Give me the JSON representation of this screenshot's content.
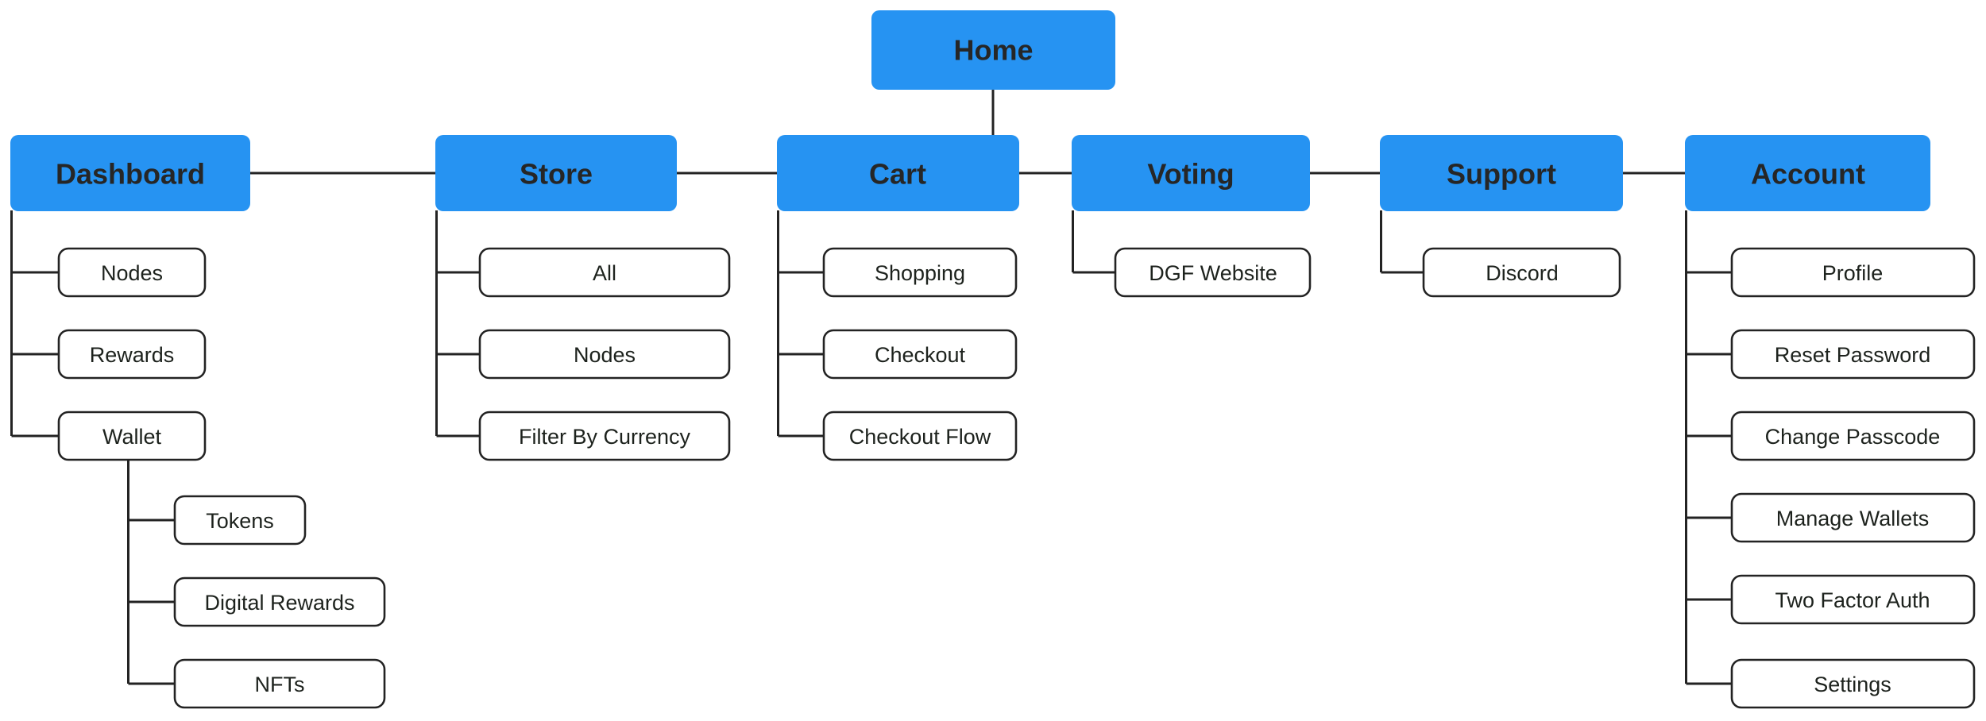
{
  "diagram": {
    "type": "sitemap-tree",
    "orientation": "top-down-left-aligned",
    "background_color": "#ffffff",
    "parent_node_color": "#2693f2",
    "parent_label_color": "#262626",
    "leaf_node_fill": "#ffffff",
    "leaf_node_border_color": "#232323",
    "leaf_label_color": "#1d221d",
    "connector_color": "#232323"
  },
  "root": {
    "label": "Home"
  },
  "sections": [
    {
      "label": "Dashboard",
      "children": [
        {
          "label": "Nodes",
          "children": []
        },
        {
          "label": "Rewards",
          "children": []
        },
        {
          "label": "Wallet",
          "children": [
            {
              "label": "Tokens"
            },
            {
              "label": "Digital Rewards"
            },
            {
              "label": "NFTs"
            }
          ]
        }
      ]
    },
    {
      "label": "Store",
      "children": [
        {
          "label": "All",
          "children": []
        },
        {
          "label": "Nodes",
          "children": []
        },
        {
          "label": "Filter By Currency",
          "children": []
        }
      ]
    },
    {
      "label": "Cart",
      "children": [
        {
          "label": "Shopping",
          "children": []
        },
        {
          "label": "Checkout",
          "children": []
        },
        {
          "label": "Checkout Flow",
          "children": []
        }
      ]
    },
    {
      "label": "Voting",
      "children": [
        {
          "label": "DGF Website",
          "children": []
        }
      ]
    },
    {
      "label": "Support",
      "children": [
        {
          "label": "Discord",
          "children": []
        }
      ]
    },
    {
      "label": "Account",
      "children": [
        {
          "label": "Profile",
          "children": []
        },
        {
          "label": "Reset Password",
          "children": []
        },
        {
          "label": "Change Passcode",
          "children": []
        },
        {
          "label": "Manage Wallets",
          "children": []
        },
        {
          "label": "Two Factor Auth",
          "children": []
        },
        {
          "label": "Settings",
          "children": []
        }
      ]
    }
  ]
}
